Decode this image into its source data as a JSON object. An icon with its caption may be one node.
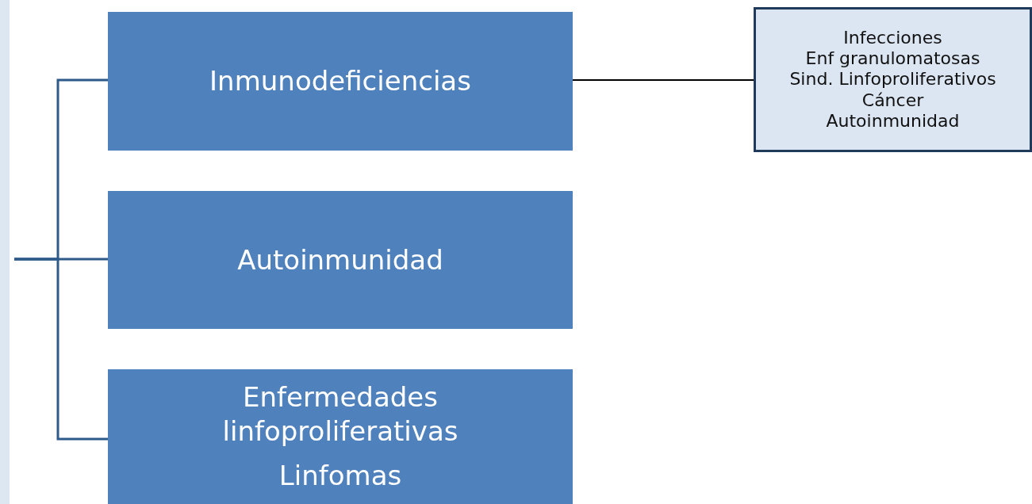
{
  "diagram": {
    "nodes": [
      {
        "text": [
          "Inmunodeficiencias"
        ]
      },
      {
        "text": [
          "Autoinmunidad"
        ]
      },
      {
        "text": [
          "Enfermedades linfoproliferativas",
          "Linfomas"
        ]
      },
      {
        "text": [
          "Infecciones",
          "Enf granulomatosas",
          "Sind. Linfoproliferativos",
          "Cáncer",
          "Autoinmunidad"
        ]
      }
    ],
    "edges": [
      {
        "from": null,
        "to": 0,
        "arrow": "none"
      },
      {
        "from": null,
        "to": 1,
        "arrow": "none"
      },
      {
        "from": null,
        "to": 2,
        "arrow": "none"
      },
      {
        "from": 0,
        "to": 3,
        "arrow": "none",
        "color": "#000000"
      }
    ]
  }
}
